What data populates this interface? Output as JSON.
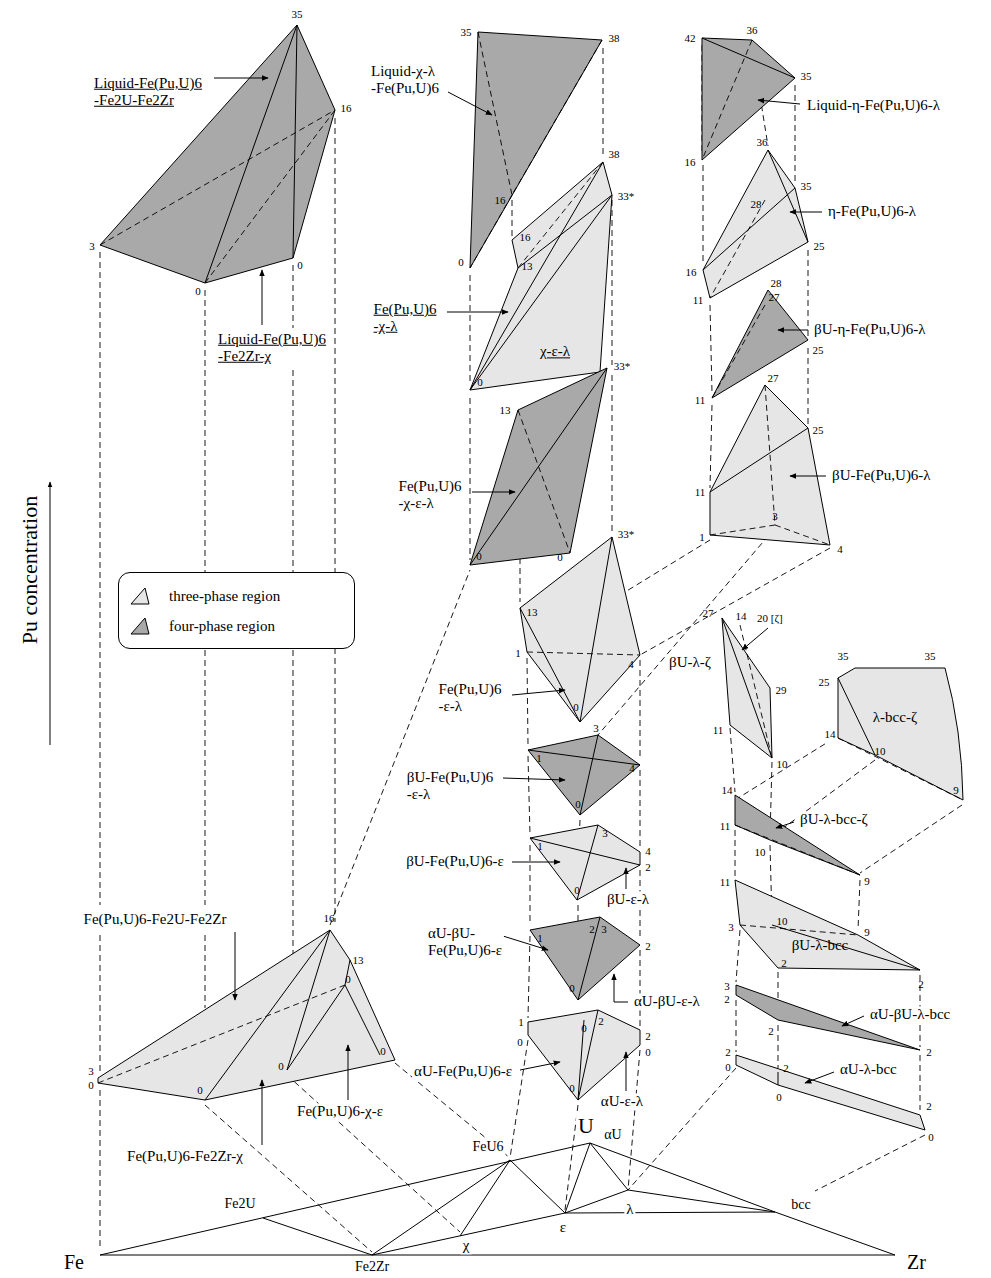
{
  "diagram": {
    "labels": [
      "Liquid-Fe(Pu,U)6 -Fe2U-Fe2Zr",
      "35",
      "16",
      "3",
      "0",
      "0",
      "Liquid-Fe(Pu,U)6 -Fe2Zr-χ",
      "35",
      "38",
      "Liquid-χ-λ -Fe(Pu,U)6",
      "16",
      "0",
      "38",
      "33*",
      "16",
      "13",
      "0",
      "Fe(Pu,U)6 -χ-λ",
      "χ-ε-λ",
      "33*",
      "13",
      "0",
      "0",
      "Fe(Pu,U)6 -χ-ε-λ",
      "33*",
      "13",
      "1",
      "4",
      "0",
      "Fe(Pu,U)6 -ε-λ",
      "1",
      "3",
      "4",
      "0",
      "βU-Fe(Pu,U)6 -ε-λ",
      "1",
      "3",
      "4",
      "2",
      "0",
      "βU-Fe(Pu,U)6-ε",
      "βU-ε-λ",
      "1",
      "2",
      "3",
      "2",
      "0",
      "αU-βU- Fe(Pu,U)6-ε",
      "αU-βU-ε-λ",
      "1",
      "0",
      "0",
      "2",
      "2",
      "0",
      "0",
      "αU-Fe(Pu,U)6-ε",
      "αU-ε-λ",
      "42",
      "36",
      "35",
      "16",
      "Liquid-η-Fe(Pu,U)6-λ",
      "36",
      "35",
      "28",
      "25",
      "16",
      "11",
      "η-Fe(Pu,U)6-λ",
      "28",
      "27",
      "25",
      "11",
      "βU-η-Fe(Pu,U)6-λ",
      "27",
      "25",
      "11",
      "1",
      "3",
      "4",
      "βU-Fe(Pu,U)6-λ",
      "27",
      "14",
      "20 [ζ]",
      "29",
      "11",
      "10",
      "βU-λ-ζ",
      "35",
      "35",
      "25",
      "14",
      "10",
      "9",
      "λ-bcc-ζ",
      "14",
      "11",
      "10",
      "9",
      "βU-λ-bcc-ζ",
      "11",
      "3",
      "10",
      "2",
      "9",
      "2",
      "βU-λ-bcc",
      "3",
      "2",
      "2",
      "2",
      "αU-βU-λ-bcc",
      "2",
      "0",
      "2",
      "0",
      "2",
      "0",
      "αU-λ-bcc",
      "16",
      "13",
      "0",
      "3",
      "0",
      "0",
      "0",
      "0",
      "Fe(Pu,U)6-Fe2U-Fe2Zr",
      "Fe(Pu,U)6-Fe2Zr-χ",
      "Fe(Pu,U)6-χ-ε",
      "Fe",
      "Fe2U",
      "Fe2Zr",
      "χ",
      "ε",
      "λ",
      "FeU6",
      "U",
      "αU",
      "bcc",
      "Zr",
      "Pu concentration"
    ],
    "legend": [
      {
        "text": "three-phase region",
        "color": "#e6e6e6"
      },
      {
        "text": "four-phase region",
        "color": "#a9a9a9"
      }
    ]
  }
}
